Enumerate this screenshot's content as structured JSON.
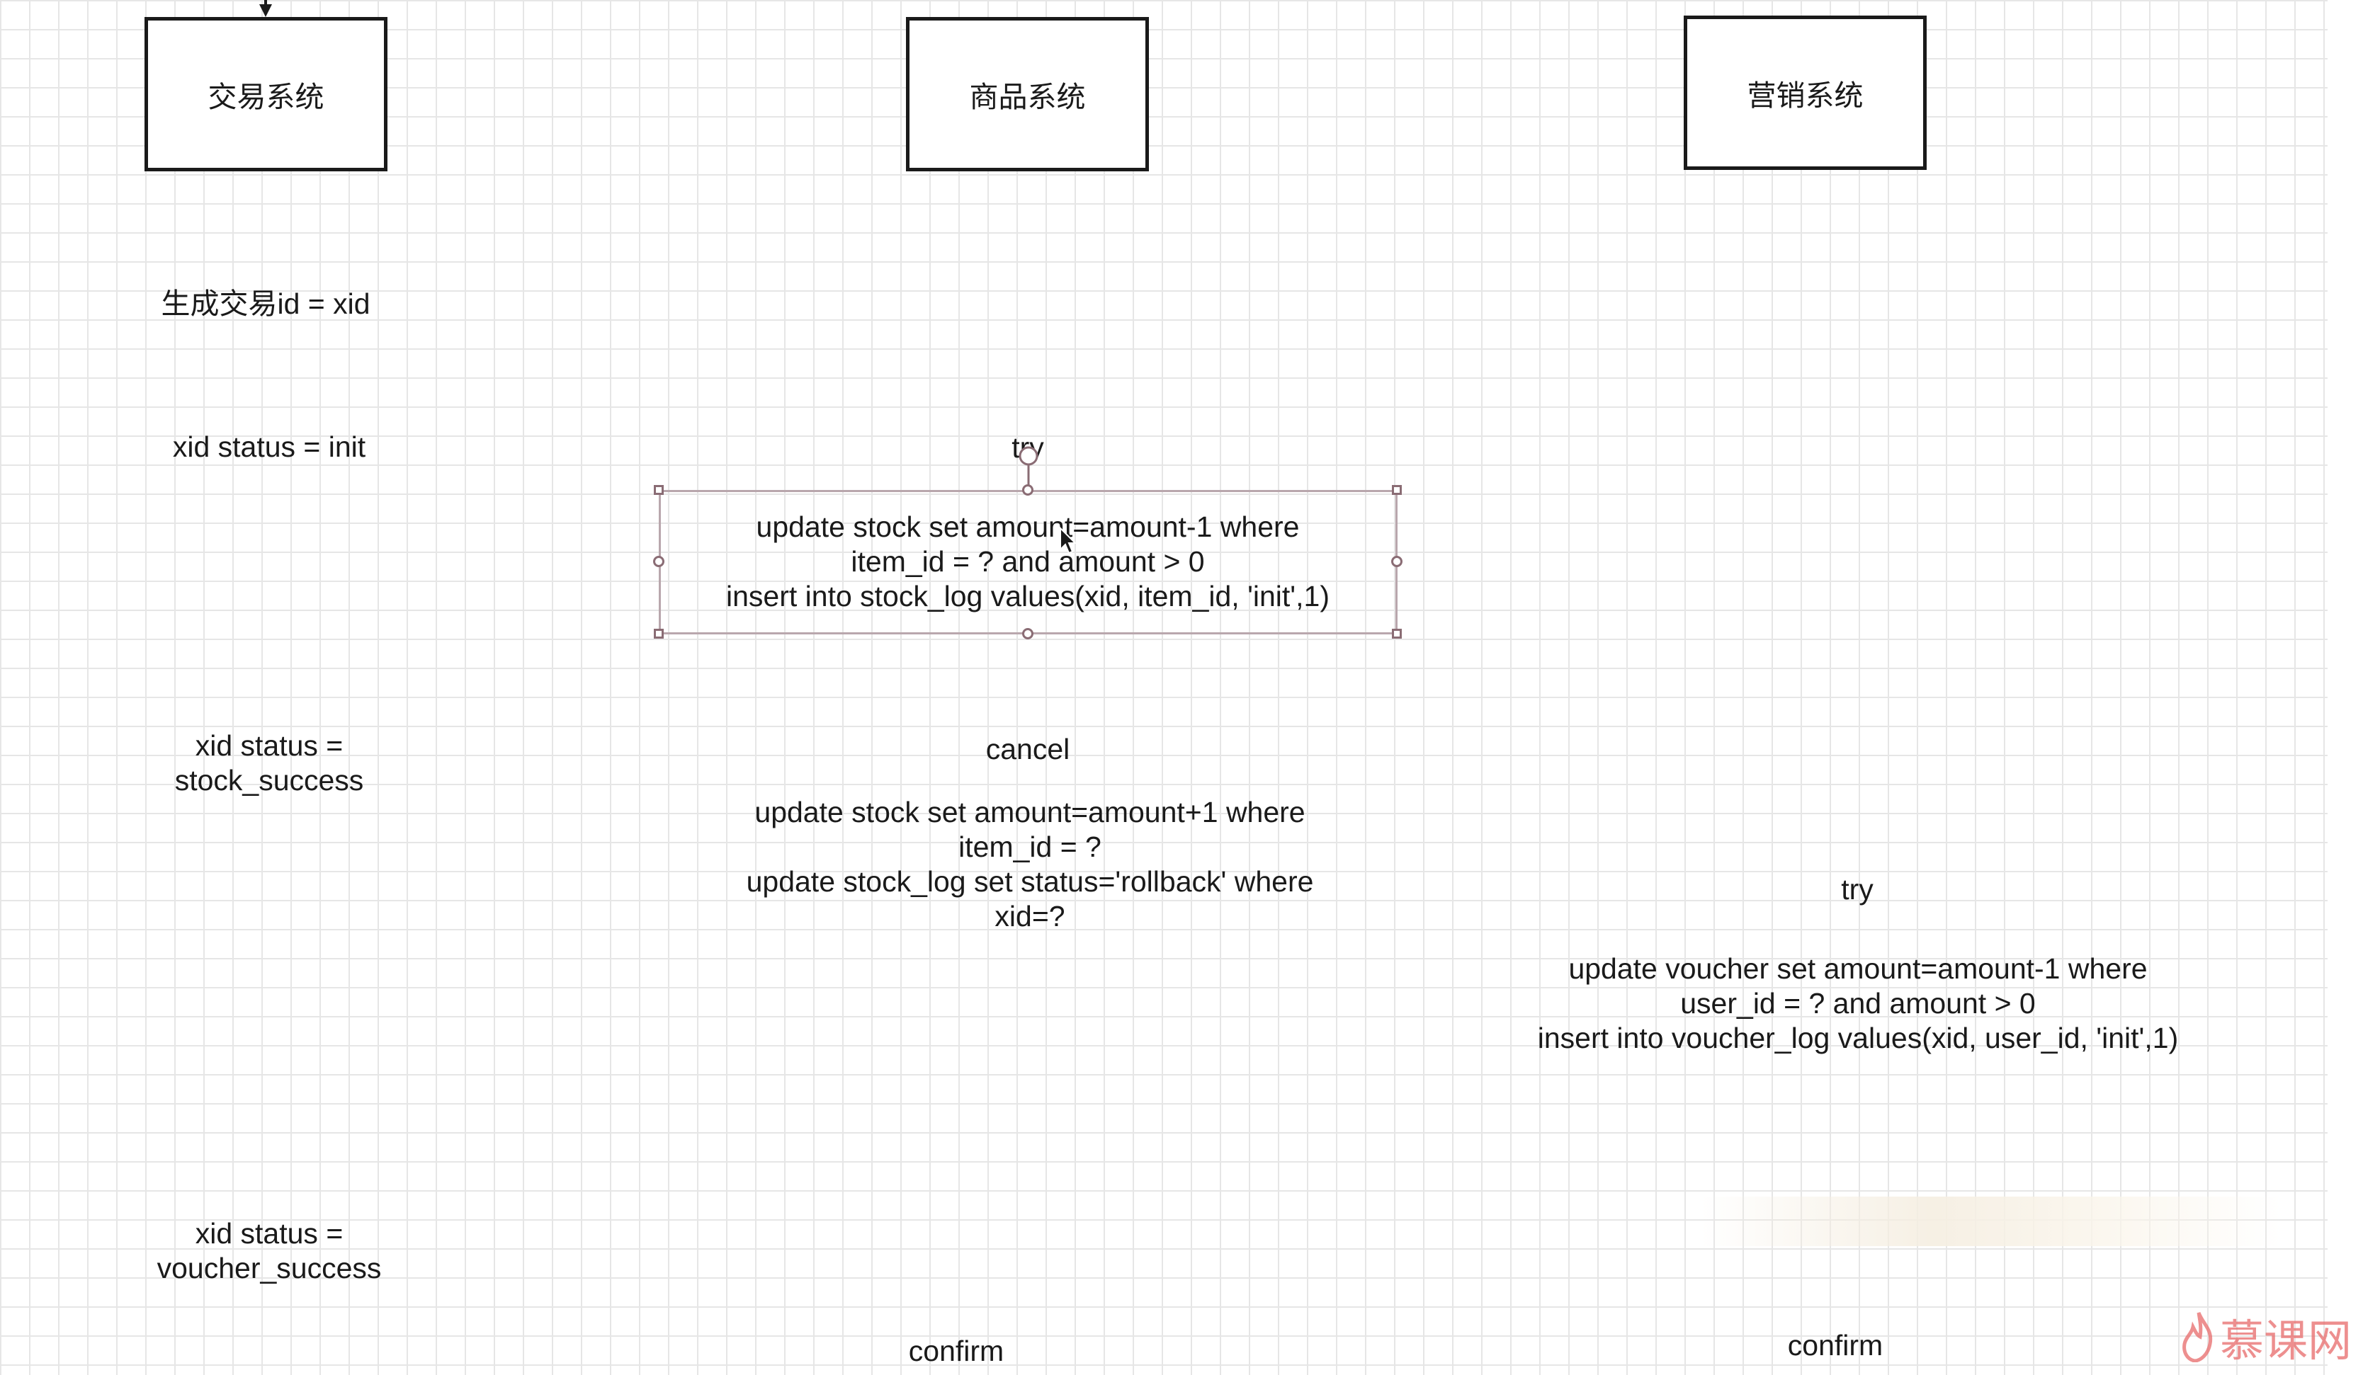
{
  "systems": {
    "trade": "交易系统",
    "product": "商品系统",
    "marketing": "营销系统"
  },
  "trade_steps": {
    "gen_id": "生成交易id  = xid",
    "status_init": "xid status = init",
    "status_stock_1": "xid status =",
    "status_stock_2": "stock_success",
    "status_voucher_1": "xid status =",
    "status_voucher_2": "voucher_success"
  },
  "product_steps": {
    "try_label": "try",
    "try_sql": [
      "update stock set amount=amount-1 where",
      "item_id = ? and amount > 0",
      "insert into stock_log values(xid, item_id, 'init',1)"
    ],
    "cancel_label": "cancel",
    "cancel_sql": [
      "update stock set amount=amount+1 where",
      "item_id = ?",
      "update stock_log set status='rollback' where",
      "xid=?"
    ],
    "confirm_label": "confirm"
  },
  "marketing_steps": {
    "try_label": "try",
    "try_sql": [
      "update voucher set amount=amount-1 where",
      "user_id = ? and amount > 0",
      "insert into voucher_log values(xid, user_id, 'init',1)"
    ],
    "confirm_label": "confirm"
  },
  "watermark": {
    "text": "慕课网",
    "icon": "flame-icon",
    "color": "#e86a6a"
  },
  "colors": {
    "grid": "#e6e6e6",
    "selection": "#b9a7ad",
    "box_border": "#1a1a1a"
  }
}
